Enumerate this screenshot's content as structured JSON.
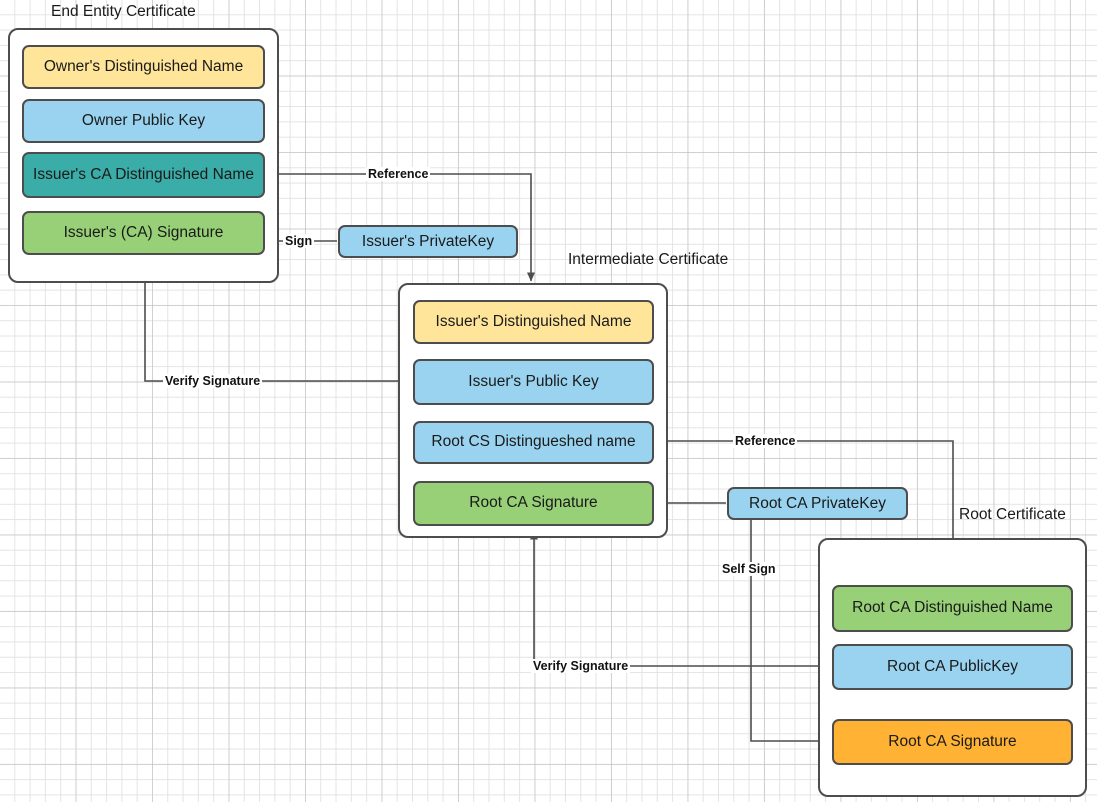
{
  "diagram": {
    "title_captions": [
      {
        "id": "end-entity",
        "text": "End Entity Certificate"
      },
      {
        "id": "intermediate",
        "text": "Intermediate Certificate"
      },
      {
        "id": "root",
        "text": "Root Certificate"
      }
    ],
    "colors": {
      "yellow": "#ffe599",
      "blue": "#9ad3f0",
      "teal": "#3aada8",
      "green": "#97d077",
      "orange": "#ffb233",
      "stroke": "#4d4d4d",
      "text": "#1a1a1a",
      "background": "#ffffff"
    },
    "end_entity_certificate": {
      "caption": "End Entity Certificate",
      "fields": [
        {
          "label": "Owner's Distinguished Name",
          "color": "yellow"
        },
        {
          "label": "Owner Public  Key",
          "color": "blue"
        },
        {
          "label": "Issuer's CA Distinguished Name",
          "color": "teal"
        },
        {
          "label": "Issuer's (CA) Signature",
          "color": "green"
        }
      ]
    },
    "intermediate_certificate": {
      "caption": "Intermediate Certificate",
      "fields": [
        {
          "label": "Issuer's Distinguished Name",
          "color": "yellow"
        },
        {
          "label": "Issuer's Public  Key",
          "color": "blue"
        },
        {
          "label": "Root CS Distingueshed name",
          "color": "blue"
        },
        {
          "label": "Root CA Signature",
          "color": "green"
        }
      ]
    },
    "root_certificate": {
      "caption": "Root Certificate",
      "fields": [
        {
          "label": "Root CA Distinguished Name",
          "color": "green"
        },
        {
          "label": "Root CA PublicKey",
          "color": "blue"
        },
        {
          "label": "Root CA Signature",
          "color": "orange"
        }
      ]
    },
    "key_boxes": [
      {
        "id": "issuer-private-key",
        "label": "Issuer's PrivateKey",
        "color": "blue"
      },
      {
        "id": "root-ca-private-key",
        "label": "Root CA PrivateKey",
        "color": "blue"
      }
    ],
    "edge_labels": [
      {
        "id": "reference-top",
        "text": "Reference"
      },
      {
        "id": "sign",
        "text": "Sign"
      },
      {
        "id": "verify-signature-top",
        "text": "Verify Signature"
      },
      {
        "id": "reference-bottom",
        "text": "Reference"
      },
      {
        "id": "self-sign",
        "text": "Self Sign"
      },
      {
        "id": "verify-signature-bottom",
        "text": "Verify Signature"
      }
    ]
  }
}
